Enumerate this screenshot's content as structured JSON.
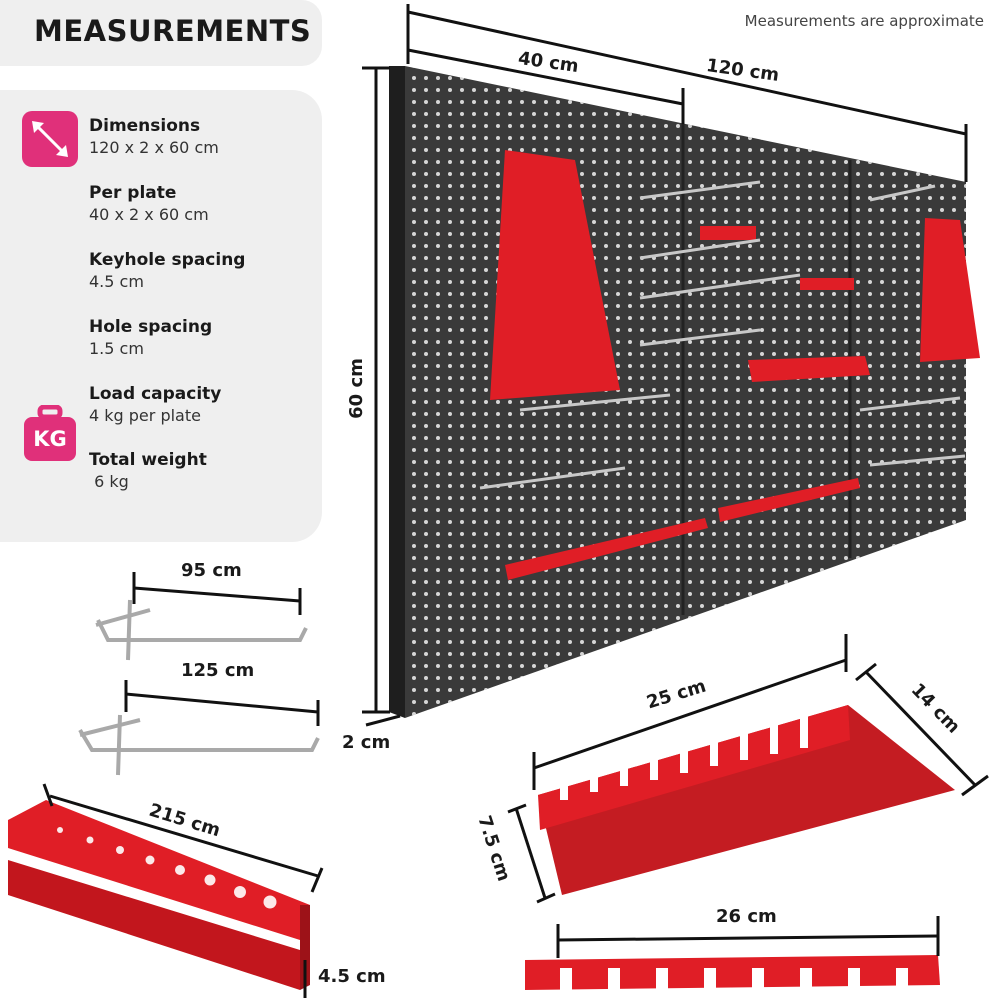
{
  "header": {
    "title": "MEASUREMENTS",
    "note": "Measurements are approximate"
  },
  "specs": [
    {
      "label": "Dimensions",
      "value": "120 x 2 x 60 cm"
    },
    {
      "label": "Per plate",
      "value": "40 x 2 x 60 cm"
    },
    {
      "label": "Keyhole spacing",
      "value": "4.5 cm"
    },
    {
      "label": "Hole spacing",
      "value": "1.5 cm"
    },
    {
      "label": "Load capacity",
      "value": "4 kg per plate"
    },
    {
      "label": "Total weight",
      "value": " 6 kg"
    }
  ],
  "icons": {
    "dimensions": "diagonal-arrow-icon",
    "weight": "kg-weight-icon",
    "weight_text": "KG"
  },
  "colors": {
    "accent": "#e0307a",
    "tool_red": "#e01e26",
    "board": "#3a3a3a",
    "panel": "#efefef"
  },
  "dimensions": {
    "board_width": "120 cm",
    "plate_width": "40 cm",
    "board_height": "60 cm",
    "board_depth": "2 cm",
    "hook_small": "95 cm",
    "hook_large": "125 cm",
    "bit_holder_length": "215 cm",
    "bit_holder_height": "4.5 cm",
    "wrench_tray_length": "25 cm",
    "wrench_tray_depth": "14 cm",
    "wrench_tray_height": "7.5 cm",
    "wrench_rail_length": "26 cm"
  }
}
